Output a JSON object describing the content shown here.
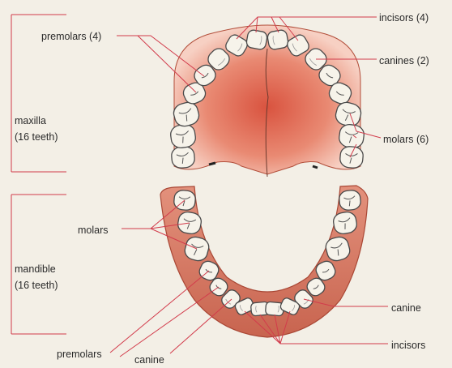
{
  "labels": {
    "incisors_upper": "incisors (4)",
    "canines_upper": "canines (2)",
    "molars_upper": "molars (6)",
    "premolars_upper": "premolars (4)",
    "maxilla_line1": "maxilla",
    "maxilla_line2": "(16 teeth)",
    "mandible_line1": "mandible",
    "mandible_line2": "(16 teeth)",
    "molars_lower": "molars",
    "premolars_lower": "premolars",
    "canine_lower_bottom": "canine",
    "canine_lower_right": "canine",
    "incisors_lower": "incisors"
  },
  "colors": {
    "leader_line": "#d23b4b",
    "gum": "#d9826d",
    "gum_dark": "#b24e3a",
    "palate_center": "#d9533f",
    "palate_edge": "#f7d0c3",
    "tooth_fill": "#f6f3ea",
    "tooth_stroke": "#4a4a4a",
    "background": "#f3efe6"
  }
}
